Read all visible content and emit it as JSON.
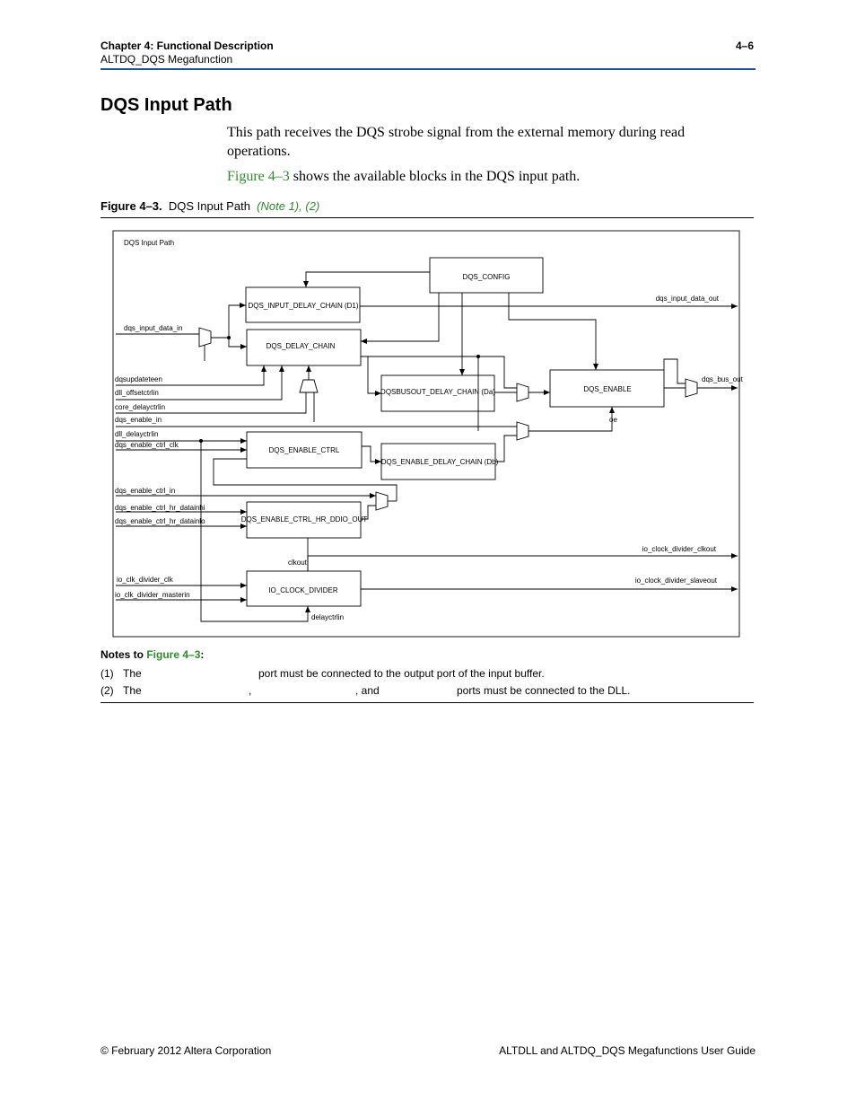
{
  "header": {
    "chapter": "Chapter 4:  Functional Description",
    "subtitle": "ALTDQ_DQS Megafunction",
    "page_number": "4–6"
  },
  "section": {
    "title": "DQS Input Path",
    "para1": "This path receives the DQS strobe signal from the external memory during read operations.",
    "para2_link": "Figure 4–3",
    "para2_rest": " shows the available blocks in the DQS input path."
  },
  "figure": {
    "label": "Figure 4–3.",
    "title": "DQS Input Path",
    "note1": "(Note 1)",
    "sep": ",",
    "note2": "(2)",
    "diagram": {
      "frame_label": "DQS Input Path",
      "blocks": {
        "dqs_config": "DQS_CONFIG",
        "input_delay_chain": "DQS_INPUT_DELAY_CHAIN (D1)",
        "delay_chain": "DQS_DELAY_CHAIN",
        "busout_delay_chain": "DQSBUSOUT_DELAY_CHAIN  (Da)",
        "dqs_enable": "DQS_ENABLE",
        "enable_ctrl": "DQS_ENABLE_CTRL",
        "enable_delay_chain": "DQS_ENABLE_DELAY_CHAIN (Db)",
        "enable_ctrl_hr": "DQS_ENABLE_CTRL_HR_DDIO_OUT",
        "io_clock_divider": "IO_CLOCK_DIVIDER"
      },
      "inputs": {
        "dqs_input_data_in": "dqs_input_data_in",
        "dqsupdateteen": "dqsupdateteen",
        "dll_offsetctrlin": "dll_offsetctrlin",
        "core_delayctrlin": "core_delayctrlin",
        "dqs_enable_in": "dqs_enable_in",
        "dll_delayctrlin": "dll_delayctrlin",
        "dqs_enable_ctrl_clk": "dqs_enable_ctrl_clk",
        "dqs_enable_ctrl_in": "dqs_enable_ctrl_in",
        "dqs_enable_ctrl_hr_datainhi": "dqs_enable_ctrl_hr_datainhi",
        "dqs_enable_ctrl_hr_datainlo": "dqs_enable_ctrl_hr_datainlo",
        "io_clk_divider_clk": "io_clk_divider_clk",
        "io_clk_divider_masterin": "io_clk_divider_masterin"
      },
      "outputs": {
        "dqs_input_data_out": "dqs_input_data_out",
        "dqs_bus_out": "dqs_bus_out",
        "io_clock_divider_clkout": "io_clock_divider_clkout",
        "io_clock_divider_slaveout": "io_clock_divider_slaveout"
      },
      "internal": {
        "oe": "oe",
        "clkout": "clkout",
        "delayctrlin": "delayctrlin"
      }
    }
  },
  "notes": {
    "title_prefix": "Notes to ",
    "title_link": "Figure 4–3",
    "title_suffix": ":",
    "items": [
      {
        "num": "(1)",
        "a": "The",
        "b": "port must be connected to the output port of the input buffer."
      },
      {
        "num": "(2)",
        "a": "The",
        "b": ",",
        "c": ", and",
        "d": "ports must be connected to the DLL."
      }
    ]
  },
  "footer": {
    "left": "© February 2012    Altera Corporation",
    "right": "ALTDLL and ALTDQ_DQS Megafunctions User Guide"
  }
}
